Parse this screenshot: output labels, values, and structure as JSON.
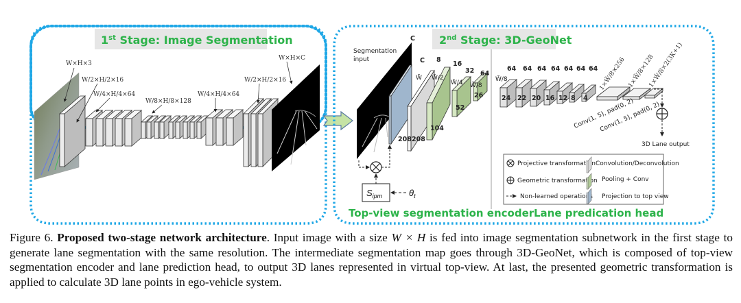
{
  "stage1": {
    "title_prefix": "1",
    "title_sup": "st",
    "title_rest": " Stage:  Image Segmentation",
    "labels": {
      "input": "W×H×3",
      "l1": "W/2×H/2×16",
      "l2": "W/4×H/4×64",
      "l3": "W/8×H/8×128",
      "l4": "W/4×H/4×64",
      "l5": "W/2×H/2×16",
      "output": "W×H×C"
    }
  },
  "stage2": {
    "title_prefix": "2",
    "title_sup": "nd",
    "title_rest": " Stage: 3D-GeoNet",
    "segmentation_input": [
      "Segmentation",
      "input"
    ],
    "channel_c1": "C",
    "channel_c2": "C",
    "encoder": {
      "channels": [
        "8",
        "16",
        "32",
        "64"
      ],
      "widths": [
        "W̃",
        "W̃/2",
        "W̃/4",
        "W̃/8"
      ],
      "heights": [
        "208",
        "208",
        "104",
        "52",
        "26"
      ]
    },
    "ipm_label": "S_ipm",
    "theta_label": "θ_t",
    "head": {
      "width_label": "W̃/8",
      "channels": [
        "64",
        "64",
        "64",
        "64",
        "64",
        "64",
        "64"
      ],
      "heights": [
        "24",
        "22",
        "20",
        "16",
        "12",
        "8",
        "4"
      ],
      "fc_labels": [
        "1×W̃/8×256",
        "1×W̃/8×128",
        "1×W̃/8×2(3K+1)"
      ],
      "conv_labels": [
        "Conv(1, 5), pad(0, 2)",
        "Conv(1, 5), pad(0, 2)"
      ],
      "output_label": "3D Lane output"
    },
    "legend": {
      "projective": "Projective transformation",
      "geometric": "Geometric transformation",
      "nonlearned": "Non-learned operations",
      "conv": "Convolution/Deconvolution",
      "pool": "Pooling + Conv",
      "projection": "Projection to top view"
    },
    "encoder_caption": "Top-view segmentation encoder",
    "head_caption": "Lane predication head"
  },
  "colors": {
    "frame": "#1ea7e6",
    "title_green": "#2db34a",
    "title_bg": "#e6e6e6",
    "gray_block": "#d9d9d9",
    "green_block": "#bcd6a4",
    "blue_block": "#9fb6cd"
  },
  "caption": {
    "figure_label": "Figure 6. ",
    "bold_title": "Proposed two-stage network architecture",
    "text_1": ". Input image with a size ",
    "math": "W × H",
    "text_2": " is fed into image segmentation subnetwork in the first stage to generate lane segmentation with the same resolution.  The intermediate segmentation map goes through 3D-GeoNet, which is composed of top-view segmentation encoder and lane prediction head, to output 3D lanes represented in virtual top-view.  At last, the presented geometric transformation is applied to calculate 3D lane points in ego-vehicle system."
  }
}
